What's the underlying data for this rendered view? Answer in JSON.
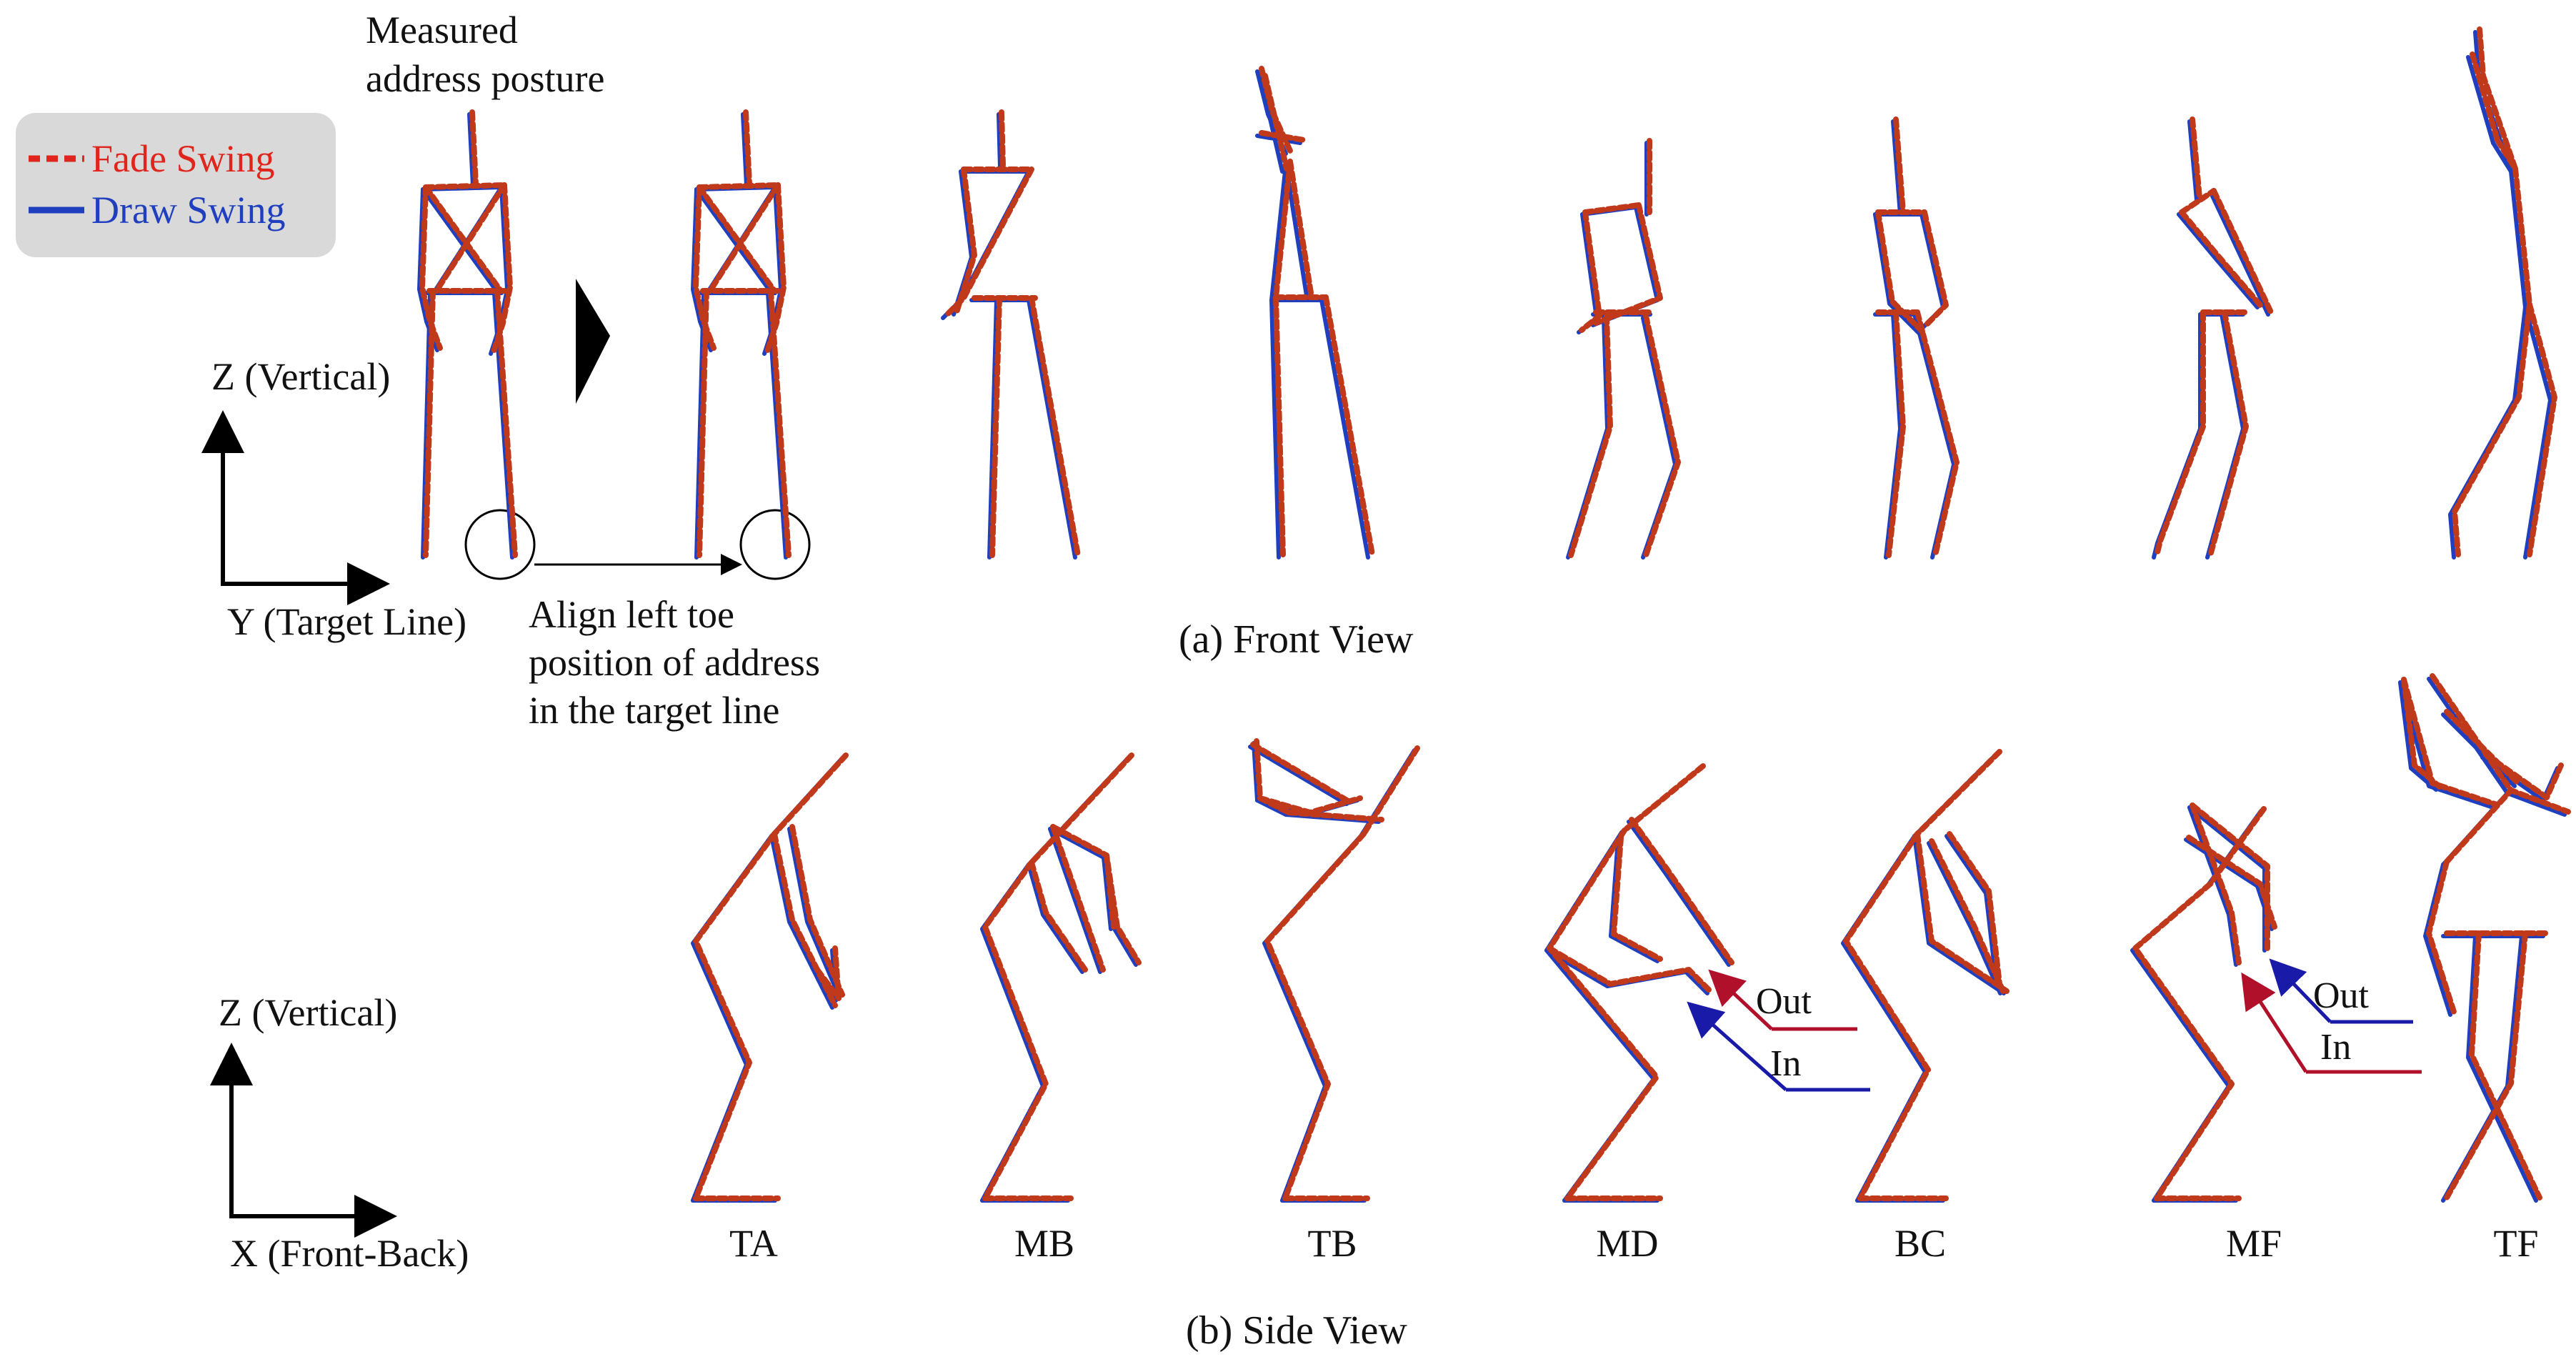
{
  "annotations": {
    "measured_line1": "Measured",
    "measured_line2": "address posture",
    "align_line1": "Align left toe",
    "align_line2": "position of address",
    "align_line3": "in the target line"
  },
  "legend": {
    "fade": "Fade Swing",
    "draw": "Draw Swing"
  },
  "front_view": {
    "caption": "(a) Front View",
    "z_axis": "Z (Vertical)",
    "y_axis": "Y (Target Line)"
  },
  "side_view": {
    "caption": "(b) Side View",
    "z_axis": "Z (Vertical)",
    "x_axis": "X (Front-Back)",
    "phases": [
      "TA",
      "MB",
      "TB",
      "MD",
      "BC",
      "MF",
      "TF"
    ],
    "md_out": "Out",
    "md_in": "In",
    "mf_out": "Out",
    "mf_in": "In"
  },
  "colors": {
    "fade": "#c0391b",
    "draw": "#1f3fbf",
    "out_arrow": "#b0102a",
    "in_arrow": "#1a1aa8",
    "legend_bg": "#d9d9d9"
  }
}
